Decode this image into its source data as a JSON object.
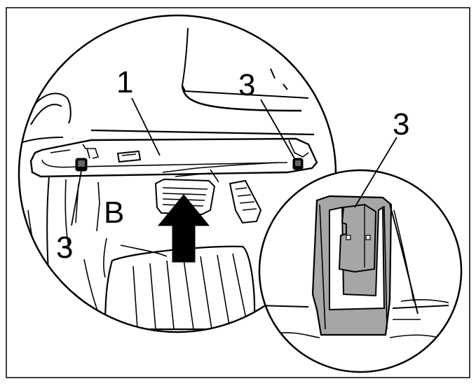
{
  "labels": {
    "part_1": "1",
    "clip_3_top": "3",
    "clip_3_left": "3",
    "clip_3_detail": "3",
    "view_b": "B"
  },
  "colors": {
    "line": "#000000",
    "background": "#ffffff",
    "clip_fill": "#a6a6a6",
    "clip_dark": "#7a7a7a"
  },
  "icons": {
    "direction_arrow": "arrow-up-icon"
  }
}
